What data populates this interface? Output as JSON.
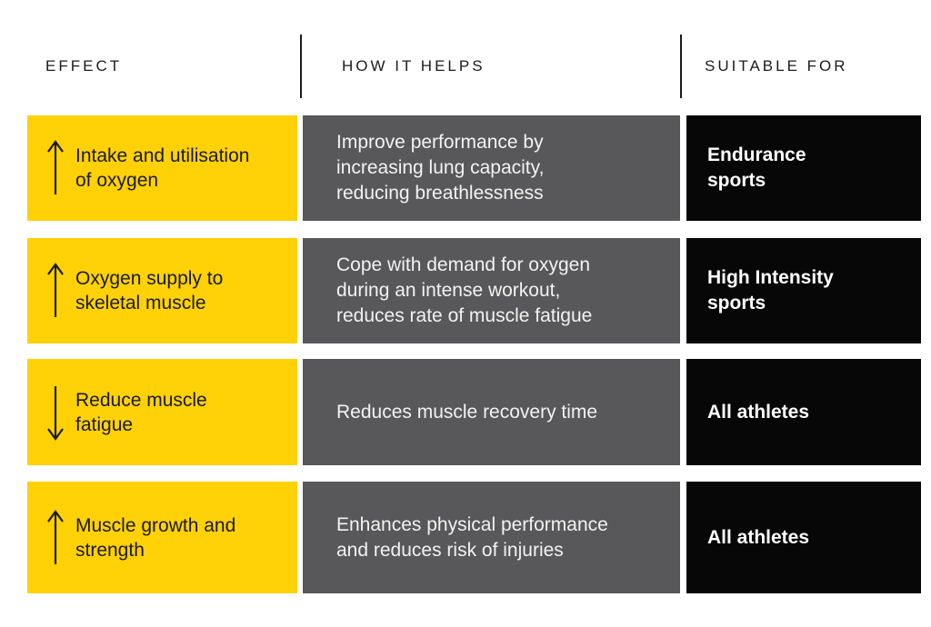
{
  "page": {
    "background": "#ffffff",
    "colors": {
      "effect_cell": "#FFD106",
      "how_cell": "#58585A",
      "suitable_cell": "#070707",
      "header_text": "#1c1c1c",
      "effect_text": "#1b1b1b",
      "how_text": "#f2f2f2",
      "suitable_text": "#ffffff"
    }
  },
  "header": {
    "col1": "EFFECT",
    "col2": "HOW IT HELPS",
    "col3": "SUITABLE FOR"
  },
  "icons": {
    "row0_arrow": "up-arrow-icon",
    "row1_arrow": "up-arrow-icon",
    "row2_arrow": "down-arrow-icon",
    "row3_arrow": "up-arrow-icon"
  },
  "table": {
    "rows": [
      {
        "effect": {
          "arrow": "up",
          "text": "Intake and utilisation\nof oxygen"
        },
        "how_it_helps": "Improve performance by\nincreasing lung capacity,\nreducing breathlessness",
        "suitable_for": "Endurance\nsports"
      },
      {
        "effect": {
          "arrow": "up",
          "text": "Oxygen supply to\nskeletal muscle"
        },
        "how_it_helps": "Cope with demand for oxygen\nduring an intense workout,\nreduces rate of muscle fatigue",
        "suitable_for": "High Intensity\nsports"
      },
      {
        "effect": {
          "arrow": "down",
          "text": "Reduce muscle\nfatigue"
        },
        "how_it_helps": "Reduces muscle recovery time",
        "suitable_for": "All athletes"
      },
      {
        "effect": {
          "arrow": "up",
          "text": "Muscle growth and\nstrength"
        },
        "how_it_helps": "Enhances physical performance\nand reduces risk of injuries",
        "suitable_for": "All athletes"
      }
    ]
  }
}
